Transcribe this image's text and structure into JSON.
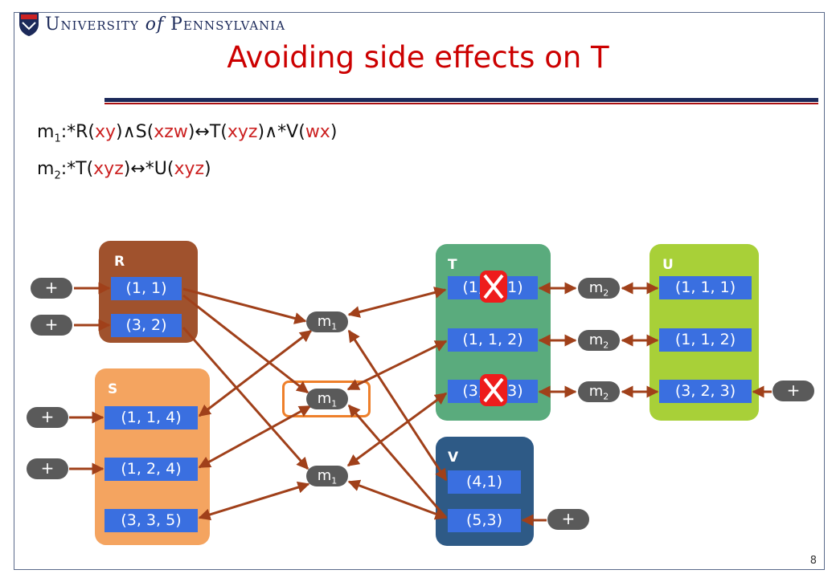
{
  "header": {
    "university": "University",
    "of": "of",
    "pennsylvania": "Pennsylvania",
    "title": "Avoiding side effects on T"
  },
  "formulas": {
    "m1": {
      "prefix": "m",
      "sub": "1",
      "sep": ":*R(",
      "a": "xy",
      "b": ")∧S(",
      "c": "xzw",
      "d": ")↔T(",
      "e": "xyz",
      "f": ")∧*V(",
      "g": "wx",
      "h": ")"
    },
    "m2": {
      "prefix": "m",
      "sub": "2",
      "sep": ":*T(",
      "a": "xyz",
      "b": ")↔*U(",
      "c": "xyz",
      "d": ")"
    }
  },
  "panels": {
    "R": {
      "label": "R",
      "tuples": [
        "(1, 1)",
        "(3, 2)"
      ],
      "color": "#a0522d"
    },
    "S": {
      "label": "S",
      "tuples": [
        "(1, 1, 4)",
        "(1, 2, 4)",
        "(3, 3, 5)"
      ],
      "color": "#f4a460"
    },
    "T": {
      "label": "T",
      "tuples": [
        "(1, 1, 1)",
        "(1, 1, 2)",
        "(3, 2, 3)"
      ],
      "color": "#5aab7d"
    },
    "U": {
      "label": "U",
      "tuples": [
        "(1, 1, 1)",
        "(1, 1, 2)",
        "(3, 2, 3)"
      ],
      "color": "#a8d038"
    },
    "V": {
      "label": "V",
      "tuples": [
        "(4,1)",
        "(5,3)"
      ],
      "color": "#2e5a86"
    }
  },
  "nodes": {
    "m": "m",
    "one": "1",
    "two": "2",
    "plus": "+"
  },
  "colors": {
    "arrow": "#a0401a",
    "tuple": "#3a6fe0",
    "highlight": "#ee7f2a",
    "cross": "#ee1c1c",
    "title": "#cc0000"
  },
  "page_number": "8"
}
